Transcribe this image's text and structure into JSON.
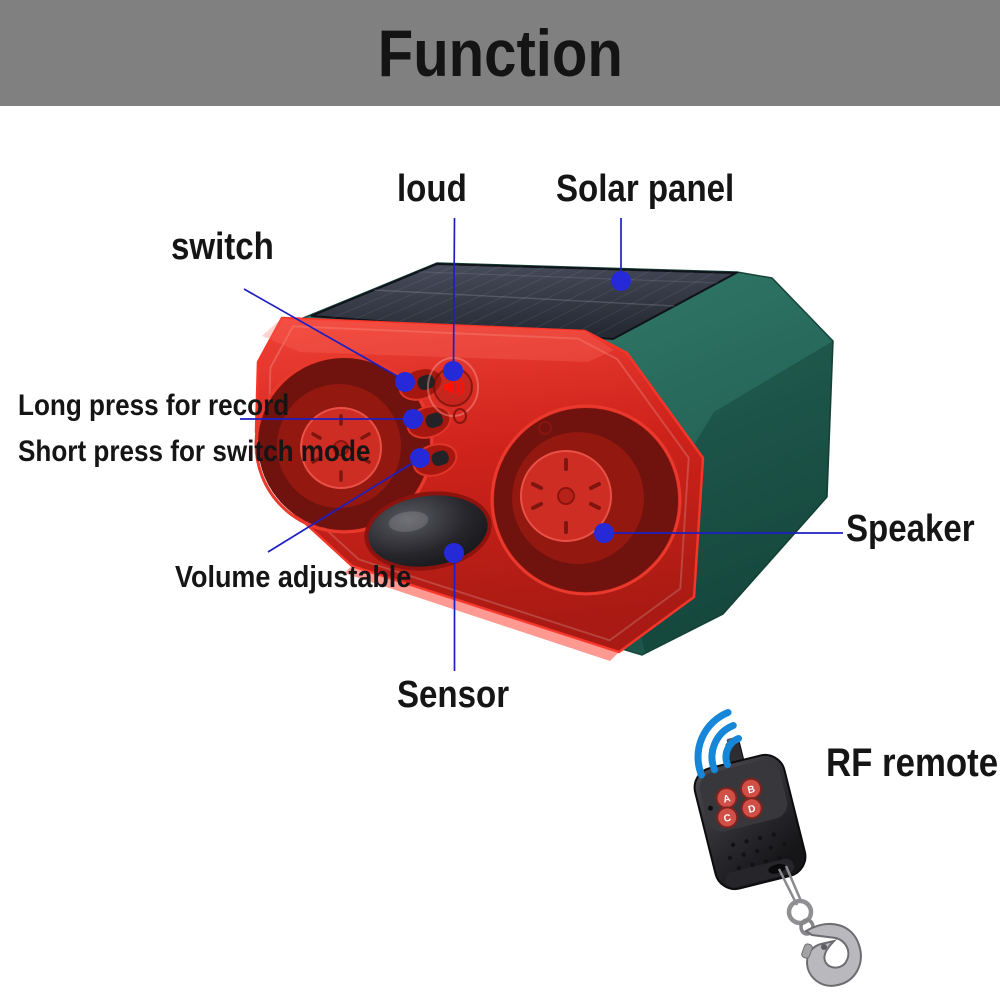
{
  "header": {
    "title": "Function"
  },
  "labels": {
    "loud": "loud",
    "solar_panel": "Solar panel",
    "switch": "switch",
    "long_press": "Long press for record",
    "short_press": "Short press for switch mode",
    "volume": "Volume adjustable",
    "sensor": "Sensor",
    "speaker": "Speaker",
    "rf_remote": "RF remote"
  },
  "remote": {
    "buttons": [
      "A",
      "B",
      "C",
      "D"
    ]
  },
  "colors": {
    "header_gray": "#808080",
    "body_green": "#2a6e60",
    "front_red": "#d8261d",
    "solar_panel_dark": "#2b2f3a",
    "annotation_blue": "#1d1fc4",
    "dot_blue": "#2629d8",
    "wifi_blue": "#1686d8",
    "remote_black": "#27272b",
    "remote_button_red": "#d05048"
  }
}
